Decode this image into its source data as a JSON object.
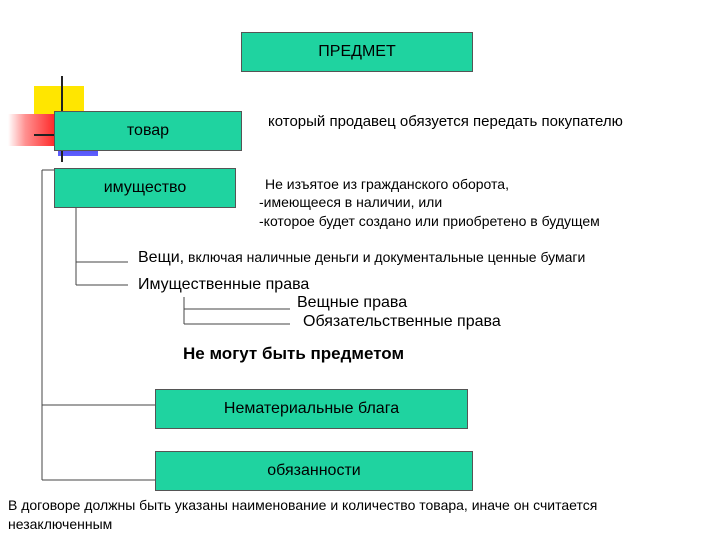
{
  "boxes": {
    "subject": "ПРЕДМЕТ",
    "goods": "товар",
    "property": "имущество",
    "intangible": "Нематериальные блага",
    "obligations": "обязанности"
  },
  "texts": {
    "seller_note": "который продавец обязуется передать покупателю",
    "property_note_1": "Не изъятое из гражданского оборота,",
    "property_note_2": "-имеющееся в наличии, или",
    "property_note_3": "-которое будет создано или приобретено в будущем",
    "things_lead": "Вещи,",
    "things_rest": " включая наличные деньги и документальные ценные бумаги",
    "property_rights": "Имущественные права",
    "real_rights": "Вещные права",
    "obligation_rights": "Обязательственные права",
    "cannot_be": "Не могут быть предметом",
    "footer_1": "В договоре должны быть указаны наименование и количество товара, иначе он считается",
    "footer_2": "незаключенным"
  },
  "colors": {
    "box_fill": "#1fd3a0",
    "deco_yellow": "#ffe600",
    "deco_red": "#ff1e1e",
    "deco_blue": "#2222cc"
  }
}
